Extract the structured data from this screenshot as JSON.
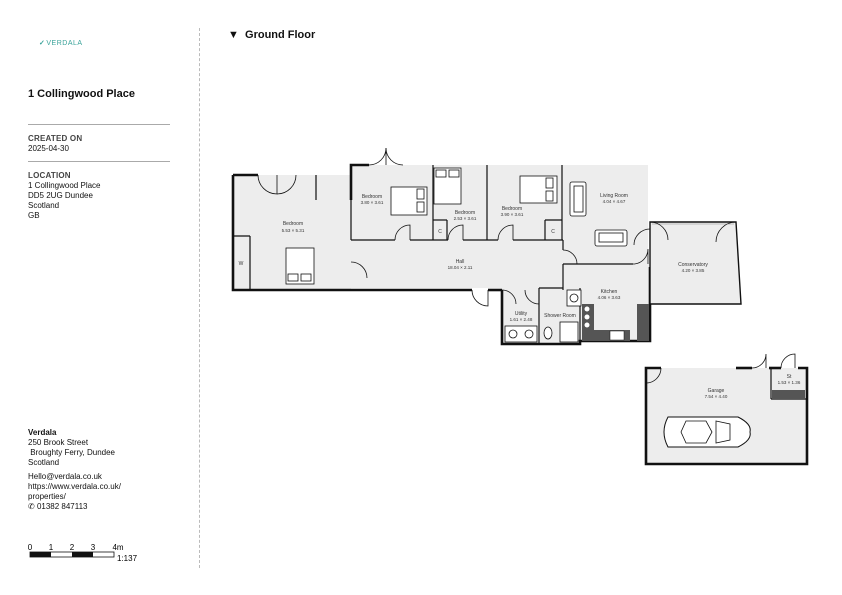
{
  "brand": {
    "logo_text": "VERDALA"
  },
  "property": {
    "title": "1 Collingwood Place",
    "created_label": "CREATED ON",
    "created_date": "2025-04-30",
    "location_label": "LOCATION",
    "location_lines": [
      "1 Collingwood Place",
      "DD5 2UG Dundee",
      "Scotland",
      "GB"
    ]
  },
  "agent": {
    "name": "Verdala",
    "address_lines": [
      "250 Brook Street",
      " Broughty Ferry, Dundee",
      "Scotland"
    ],
    "email": "Hello@verdala.co.uk",
    "website_lines": [
      "https://www.verdala.co.uk/",
      "properties/"
    ],
    "phone": "01382 847113"
  },
  "scale_bar": {
    "ticks": [
      "0",
      "1",
      "2",
      "3",
      "4m"
    ],
    "ratio": "1:137"
  },
  "floor": {
    "title": "Ground Floor"
  },
  "rooms": {
    "bedroom_left": {
      "name": "Bedroom",
      "dims": "5.53 × 5.31"
    },
    "bedroom_mid": {
      "name": "Bedroom",
      "dims": "3.80 × 3.61"
    },
    "bedroom_small": {
      "name": "Bedroom",
      "dims": "2.53 × 3.61"
    },
    "bedroom_right": {
      "name": "Bedroom",
      "dims": "3.90 × 3.61"
    },
    "living": {
      "name": "Living Room",
      "dims": "4.04 × 4.67"
    },
    "hall": {
      "name": "Hall",
      "dims": "18.04 × 2.11"
    },
    "conservatory": {
      "name": "Conservatory",
      "dims": "4.20 × 3.85"
    },
    "kitchen": {
      "name": "Kitchen",
      "dims": "4.06 × 3.63"
    },
    "utility": {
      "name": "Utility",
      "dims": "1.61 × 2.48"
    },
    "shower": {
      "name": "Shower Room"
    },
    "garage": {
      "name": "Garage",
      "dims": "7.54 × 4.40"
    },
    "store": {
      "name": "St",
      "dims": "1.53 × 1.36"
    },
    "wardrobe_tag": "W",
    "cupboard_tag_1": "C",
    "cupboard_tag_2": "C"
  }
}
